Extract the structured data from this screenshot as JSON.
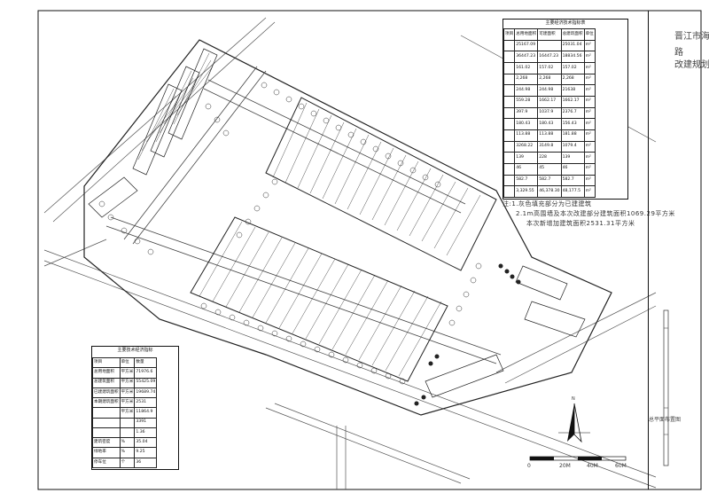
{
  "site_table": {
    "caption": "主要经济技术指标表",
    "rows": [
      [
        "项目",
        "总用地面积",
        "可建面积",
        "总建筑面积",
        "单位"
      ],
      [
        "",
        "25167.09",
        "",
        "25031.04",
        "m²"
      ],
      [
        "",
        "36447.23",
        "16447.23",
        "18834.56",
        "m²"
      ],
      [
        "",
        "161.02",
        "157.02",
        "157.02",
        "m²"
      ],
      [
        "",
        "2,268",
        "2,268",
        "2,268",
        "m²"
      ],
      [
        "",
        "244.98",
        "244.98",
        "21638",
        "m²"
      ],
      [
        "",
        "559.28",
        "1662.17",
        "1662.17",
        "m²"
      ],
      [
        "",
        "397.9",
        "1037.9",
        "2376.7",
        "m²"
      ],
      [
        "",
        "180.43",
        "180.43",
        "156.43",
        "m²"
      ],
      [
        "",
        "113.88",
        "113.88",
        "181.88",
        "m²"
      ],
      [
        "",
        "3268.22",
        "3149.8",
        "1079.4",
        "m²"
      ],
      [
        "",
        "139",
        "228",
        "139",
        "m²"
      ],
      [
        "",
        "46",
        "45",
        "46",
        "m²"
      ],
      [
        "",
        "582.7",
        "582.7",
        "582.7",
        "m²"
      ],
      [
        "",
        "3,329.55",
        "46,378.30",
        "48,177.5",
        "m²"
      ]
    ]
  },
  "notes": {
    "line1": "注:1.灰色填充部分为已建建筑",
    "line2": "2.1m高围墙及本次改建部分建筑面积1069.29平方米",
    "line3": "本次新增加建筑面积2531.31平方米"
  },
  "indicator_table": {
    "caption": "主要技术经济指标",
    "rows": [
      [
        "项目",
        "单位",
        "数量"
      ],
      [
        "总用地面积",
        "平方米",
        "71976.6"
      ],
      [
        "总建筑面积",
        "平方米",
        "55425.09"
      ],
      [
        "已建建筑面积",
        "平方米",
        "19689.74"
      ],
      [
        "本期建筑面积",
        "平方米",
        "2531"
      ],
      [
        "",
        "平方米",
        "11864.9"
      ],
      [
        "",
        "",
        "3391"
      ],
      [
        "",
        "",
        "1.36"
      ],
      [
        "建筑密度",
        "%",
        "35.04"
      ],
      [
        "绿地率",
        "%",
        "9.25"
      ],
      [
        "停车位",
        "个",
        "36"
      ]
    ]
  },
  "title_block": {
    "line1": "晋江市海润",
    "line2": "路",
    "line3": "改建规划总",
    "sheet": "总平面布置图"
  },
  "scale_bar": {
    "labels": [
      "0",
      "20M",
      "40M",
      "60M"
    ]
  },
  "compass": {
    "label": "N"
  }
}
